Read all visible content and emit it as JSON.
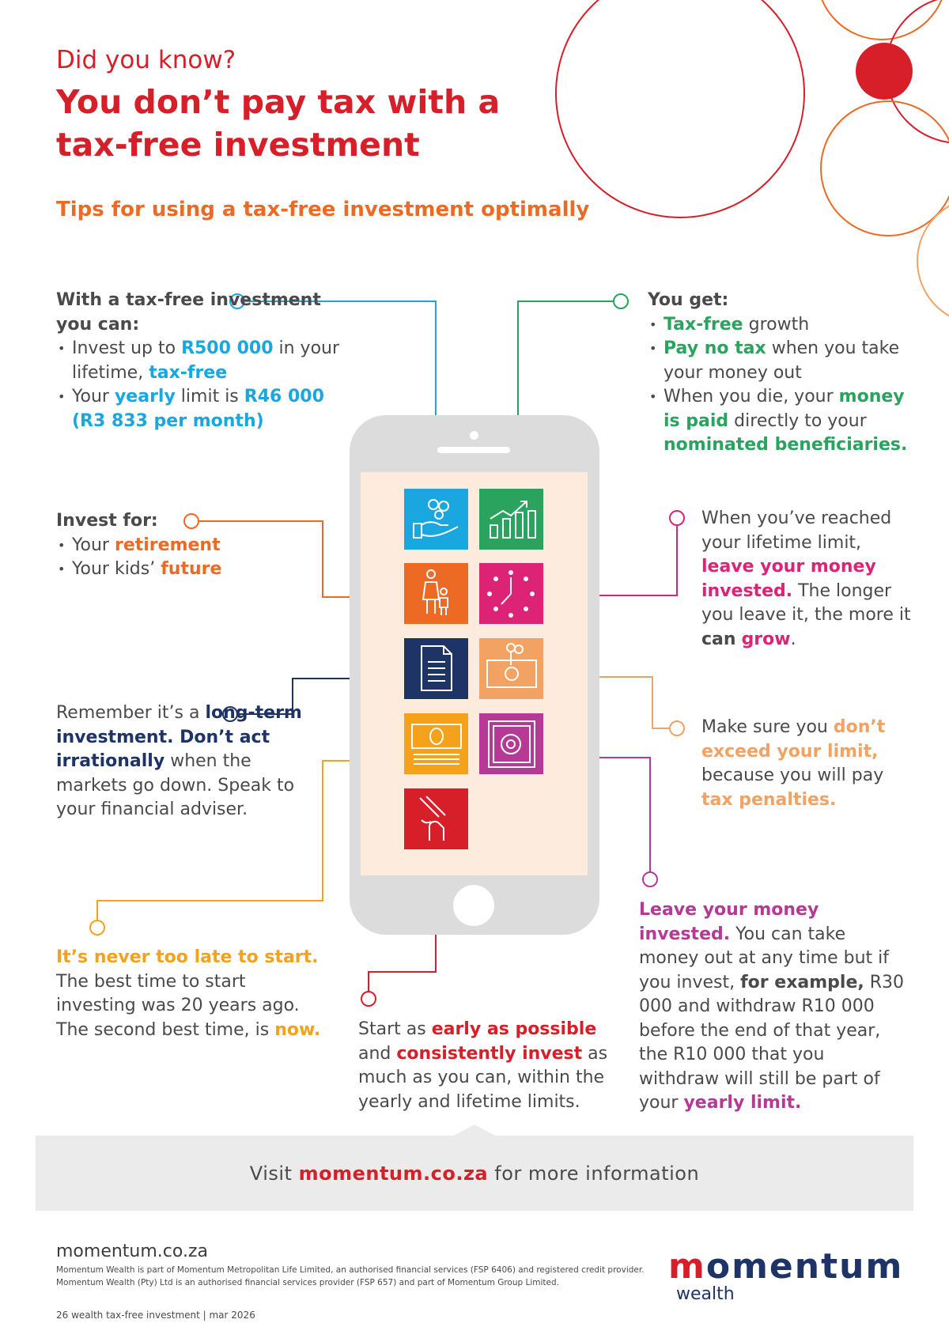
{
  "colors": {
    "red": "#d71f2a",
    "orange": "#ec6a24",
    "blue": "#1aa7df",
    "green": "#2aa35f",
    "magenta": "#dd2376",
    "navy": "#1e3466",
    "peach": "#f2a262",
    "amber": "#f4a21c",
    "purple": "#b43a96",
    "phone_body": "#dcdcdc",
    "phone_screen": "#fdebdd",
    "banner_bg": "#ebebeb"
  },
  "header": {
    "kicker": "Did you know?",
    "title": "You don’t pay tax with a tax-free investment",
    "subtitle": "Tips for using a tax-free investment optimally"
  },
  "tips": {
    "can": {
      "heading": "With a tax-free investment you can:",
      "b1_a": "Invest up to ",
      "b1_hl": "R500 000",
      "b1_b": " in your lifetime, ",
      "b1_hl2": "tax-free",
      "b2_a": "Your ",
      "b2_hl": "yearly",
      "b2_b": " limit is ",
      "b2_hl2": "R46 000 (R3 833 per month)"
    },
    "invest_for": {
      "heading": "Invest for:",
      "b1_a": "Your ",
      "b1_hl": "retirement",
      "b2_a": "Your kids’ ",
      "b2_hl": "future"
    },
    "long_term": {
      "a": "Remember it’s a ",
      "hl": "long-term investment. Don’t act irrationally",
      "b": " when the markets go down. Speak to your financial adviser."
    },
    "never_late": {
      "hl": "It’s never too late to start.",
      "a": " The best time to start investing was 20 years ago. The second best time, is ",
      "hl2": "now."
    },
    "get": {
      "heading": "You get:",
      "b1_hl": "Tax-free",
      "b1_a": " growth",
      "b2_hl": "Pay no tax",
      "b2_a": " when you take your money out",
      "b3_a": "When you die, your ",
      "b3_hl": "money is paid",
      "b3_b": " directly to your ",
      "b3_hl2": "nominated beneficiaries."
    },
    "lifetime": {
      "a": "When you’ve reached your lifetime limit, ",
      "hl": "leave your money invested.",
      "b": " The longer you leave it, the more it ",
      "b2": "can",
      "c": " ",
      "hl2": "grow",
      "d": "."
    },
    "exceed": {
      "a": "Make sure you ",
      "hl": "don’t exceed your limit,",
      "b": " because you will pay ",
      "hl2": "tax penalties."
    },
    "leave": {
      "hl": "Leave your money invested.",
      "a": " You can take money out at any time but if you invest, ",
      "b": "for example,",
      "c": " R30 000 and withdraw R10 000 before the end of that year, the R10 000 that you withdraw will still be part of your ",
      "hl2": "yearly limit."
    },
    "early": {
      "a": "Start as ",
      "hl": "early as possible",
      "b": " and ",
      "hl2": "consistently invest",
      "c": " as much as you can, within the yearly and lifetime limits."
    }
  },
  "icons": [
    {
      "name": "hand-coins-icon",
      "color": "#1aa7df"
    },
    {
      "name": "growth-chart-icon",
      "color": "#2aa35f"
    },
    {
      "name": "parent-child-icon",
      "color": "#ec6a24"
    },
    {
      "name": "clock-icon",
      "color": "#dd2376"
    },
    {
      "name": "document-icon",
      "color": "#1e3466"
    },
    {
      "name": "money-growth-icon",
      "color": "#f2a262"
    },
    {
      "name": "banknotes-icon",
      "color": "#f4a21c"
    },
    {
      "name": "safe-icon",
      "color": "#b43a96"
    },
    {
      "name": "cash-withdraw-icon",
      "color": "#d71f2a"
    }
  ],
  "banner": {
    "a": "Visit ",
    "hl": "momentum.co.za",
    "b": " for more information"
  },
  "footer": {
    "site": "momentum.co.za",
    "legal1": "Momentum Wealth is part of Momentum Metropolitan Life Limited, an authorised financial services (FSP 6406) and registered credit provider.",
    "legal2": "Momentum Wealth (Pty) Ltd is an authorised financial services provider (FSP 657) and part of Momentum Group Limited.",
    "issue": "26 wealth tax-free investment | mar 2026",
    "logo_main": "momentum",
    "logo_sub": "wealth"
  }
}
